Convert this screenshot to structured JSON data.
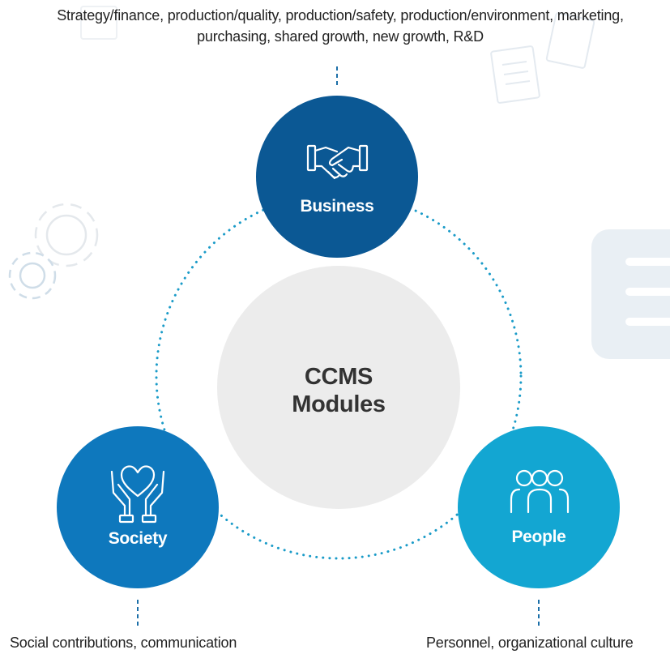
{
  "modules_caption": "Strategy/finance, production/quality, production/safety, production/environment, marketing, purchasing, shared growth, new growth, R&D",
  "center_title": "CCMS Modules",
  "nodes": {
    "business": {
      "label": "Business",
      "icon": "handshake-icon",
      "color": "#0b5894"
    },
    "society": {
      "label": "Society",
      "icon": "heart-hands-icon",
      "color": "#0e78bd"
    },
    "people": {
      "label": "People",
      "icon": "people-group-icon",
      "color": "#13a6d2"
    }
  },
  "society_caption": "Social contributions, communication",
  "people_caption": "Personnel, organizational culture",
  "colors": {
    "center": "#ececec",
    "dotted_ring": "#1a9bc8",
    "connector": "#1b6fa8",
    "decor": "#dde6ee"
  }
}
